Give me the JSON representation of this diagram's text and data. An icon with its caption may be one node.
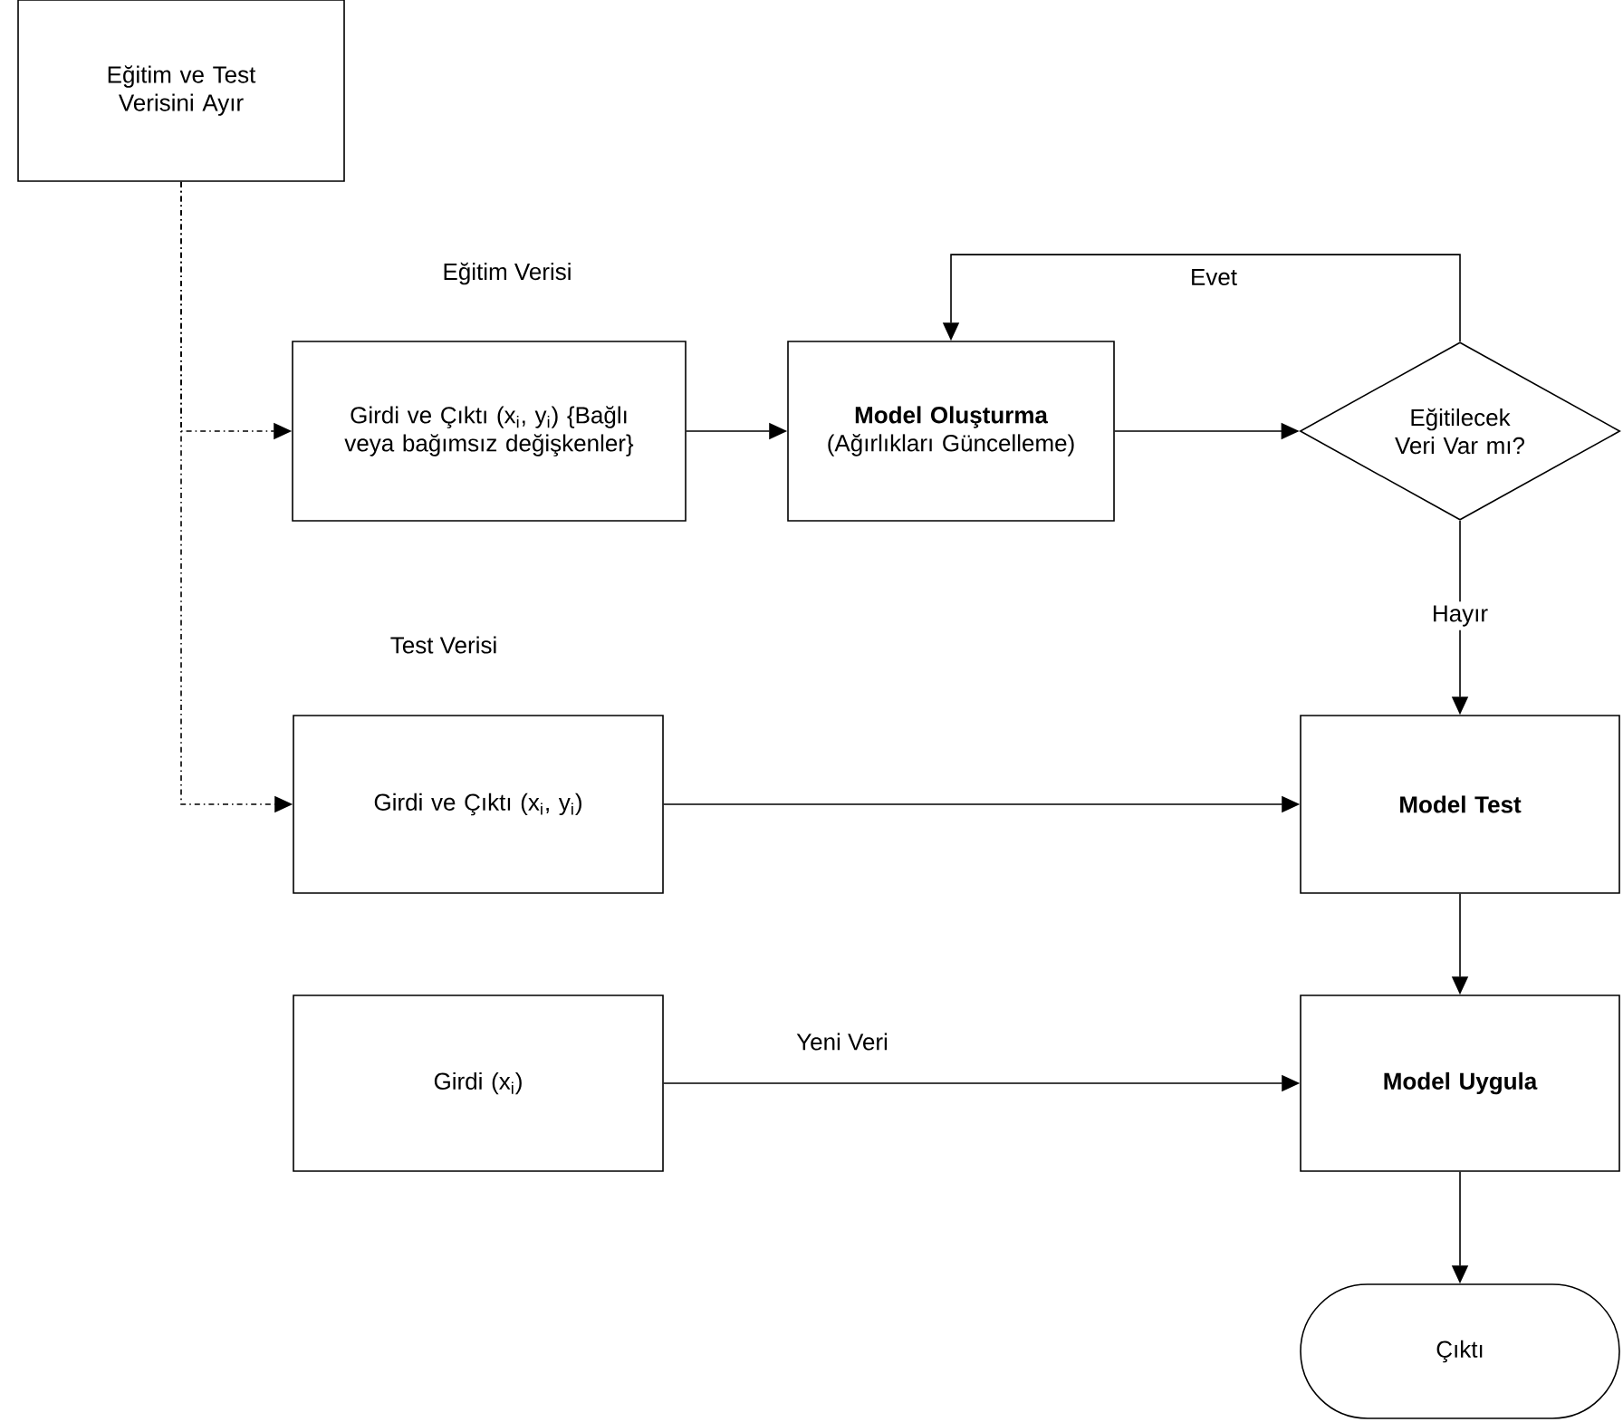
{
  "diagram": {
    "nodes": [
      {
        "text": [
          "Eğitim ve Test Verisini Ayır"
        ]
      },
      {
        "text": [
          "Girdi ve Çıktı (x$_{i}$, y$_{i}$) {Bağlı veya bağımsız değişkenler}"
        ],
        "beside": [
          "Eğitim Verisi"
        ]
      },
      {
        "text": [
          "Model Oluşturma",
          "(Ağırlıkları Güncelleme)"
        ]
      },
      {
        "text": [
          "Eğitilecek Veri Var mı?"
        ]
      },
      {
        "text": [
          "Girdi ve Çıktı (x$_{i}$, y$_{i}$)"
        ],
        "beside": [
          "Test Verisi"
        ]
      },
      {
        "text": [
          "Model Test"
        ]
      },
      {
        "text": [
          "Girdi (x$_{i}$)"
        ]
      },
      {
        "text": [
          "Model Uygula"
        ]
      },
      {
        "text": [
          "Çıktı"
        ]
      }
    ],
    "edges": [
      {
        "from": 0,
        "to": 1,
        "arrow": "to",
        "style": "dashed"
      },
      {
        "from": 0,
        "to": 4,
        "arrow": "to",
        "style": "dashed"
      },
      {
        "from": 1,
        "to": 2,
        "arrow": "to"
      },
      {
        "from": 2,
        "to": 3,
        "arrow": "to"
      },
      {
        "from": 3,
        "to": 2,
        "arrow": "to",
        "label": "Evet"
      },
      {
        "from": 3,
        "to": 5,
        "arrow": "to",
        "label": "Hayır"
      },
      {
        "from": 4,
        "to": 5,
        "arrow": "to"
      },
      {
        "from": 5,
        "to": 7,
        "arrow": "to"
      },
      {
        "from": 6,
        "to": 7,
        "arrow": "to",
        "label": "Yeni Veri"
      },
      {
        "from": 7,
        "to": 8,
        "arrow": "to"
      }
    ]
  }
}
